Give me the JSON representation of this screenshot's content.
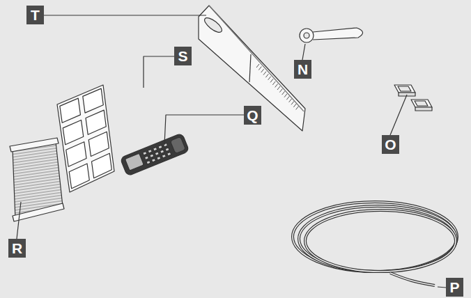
{
  "diagram": {
    "labels": [
      "T",
      "N",
      "O",
      "S",
      "Q",
      "R",
      "P"
    ]
  }
}
